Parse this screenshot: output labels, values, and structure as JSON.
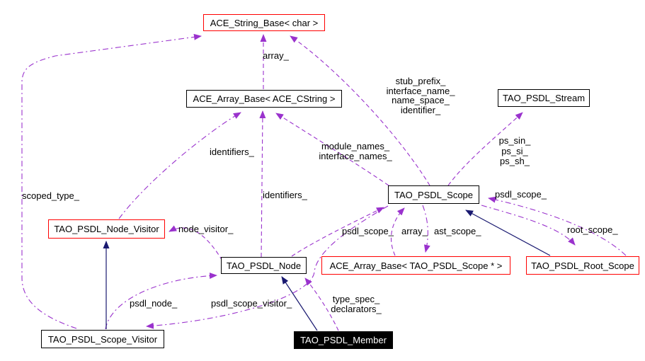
{
  "diagram": {
    "type": "class-collaboration-graph",
    "background": "#ffffff",
    "colors": {
      "usage_edge": "#9a32cd",
      "inheritance_edge": "#191970",
      "external_node_border": "#ff0000",
      "node_border": "#000000",
      "focus_node_fill": "#000000",
      "focus_node_text": "#ffffff"
    },
    "nodes": [
      {
        "id": "ace-string-base-char",
        "label": "ACE_String_Base< char >",
        "border": "red"
      },
      {
        "id": "ace-array-base-cstring",
        "label": "ACE_Array_Base< ACE_CString >",
        "border": "black"
      },
      {
        "id": "tao-psdl-stream",
        "label": "TAO_PSDL_Stream",
        "border": "black"
      },
      {
        "id": "tao-psdl-scope",
        "label": "TAO_PSDL_Scope",
        "border": "black"
      },
      {
        "id": "tao-psdl-node-visitor",
        "label": "TAO_PSDL_Node_Visitor",
        "border": "red"
      },
      {
        "id": "tao-psdl-node",
        "label": "TAO_PSDL_Node",
        "border": "black"
      },
      {
        "id": "ace-array-base-tao-psdl-scope",
        "label": "ACE_Array_Base< TAO_PSDL_Scope * >",
        "border": "red"
      },
      {
        "id": "tao-psdl-root-scope",
        "label": "TAO_PSDL_Root_Scope",
        "border": "red"
      },
      {
        "id": "tao-psdl-scope-visitor",
        "label": "TAO_PSDL_Scope_Visitor",
        "border": "black"
      },
      {
        "id": "tao-psdl-member",
        "label": "TAO_PSDL_Member",
        "style": "focus"
      }
    ],
    "edges": [
      {
        "from": "ACE_Array_Base< ACE_CString >",
        "to": "ACE_String_Base< char >",
        "label": "array_",
        "type": "usage"
      },
      {
        "from": "TAO_PSDL_Scope",
        "to": "ACE_String_Base< char >",
        "label": "stub_prefix_\ninterface_name_\nname_space_\nidentifier_",
        "type": "usage"
      },
      {
        "from": "TAO_PSDL_Scope",
        "to": "TAO_PSDL_Stream",
        "label": "ps_sin_\nps_si_\nps_sh_",
        "type": "usage"
      },
      {
        "from": "TAO_PSDL_Scope",
        "to": "ACE_Array_Base< ACE_CString >",
        "label": "module_names_\ninterface_names_",
        "type": "usage"
      },
      {
        "from": "TAO_PSDL_Node_Visitor",
        "to": "ACE_Array_Base< ACE_CString >",
        "label": "identifiers_",
        "type": "usage"
      },
      {
        "from": "TAO_PSDL_Node",
        "to": "ACE_Array_Base< ACE_CString >",
        "label": "identifiers_",
        "type": "usage"
      },
      {
        "from": "TAO_PSDL_Scope_Visitor",
        "to": "ACE_String_Base< char >",
        "label": "scoped_type_",
        "type": "usage"
      },
      {
        "from": "TAO_PSDL_Node",
        "to": "TAO_PSDL_Node_Visitor",
        "label": "node_visitor_",
        "type": "usage"
      },
      {
        "from": "TAO_PSDL_Root_Scope",
        "to": "TAO_PSDL_Scope",
        "label": "psdl_scope_",
        "type": "usage"
      },
      {
        "from": "TAO_PSDL_Node",
        "to": "TAO_PSDL_Scope",
        "label": "psdl_scope_",
        "type": "usage"
      },
      {
        "from": "ACE_Array_Base< TAO_PSDL_Scope * >",
        "to": "TAO_PSDL_Scope",
        "label": "array_",
        "type": "usage"
      },
      {
        "from": "TAO_PSDL_Scope",
        "to": "ACE_Array_Base< TAO_PSDL_Scope * >",
        "label": "ast_scope_",
        "type": "usage"
      },
      {
        "from": "TAO_PSDL_Scope",
        "to": "TAO_PSDL_Root_Scope",
        "label": "root_scope_",
        "type": "usage"
      },
      {
        "from": "TAO_PSDL_Scope",
        "to": "TAO_PSDL_Scope_Visitor",
        "label": "psdl_scope_visitor_",
        "type": "usage"
      },
      {
        "from": "TAO_PSDL_Scope_Visitor",
        "to": "TAO_PSDL_Node",
        "label": "psdl_node_",
        "type": "usage"
      },
      {
        "from": "TAO_PSDL_Member",
        "to": "TAO_PSDL_Node",
        "label": "type_spec_\ndeclarators_",
        "type": "usage"
      },
      {
        "from": "TAO_PSDL_Scope_Visitor",
        "to": "TAO_PSDL_Node_Visitor",
        "label": "",
        "type": "inheritance"
      },
      {
        "from": "TAO_PSDL_Member",
        "to": "TAO_PSDL_Node",
        "label": "",
        "type": "inheritance"
      },
      {
        "from": "TAO_PSDL_Root_Scope",
        "to": "TAO_PSDL_Scope",
        "label": "",
        "type": "inheritance"
      }
    ]
  }
}
